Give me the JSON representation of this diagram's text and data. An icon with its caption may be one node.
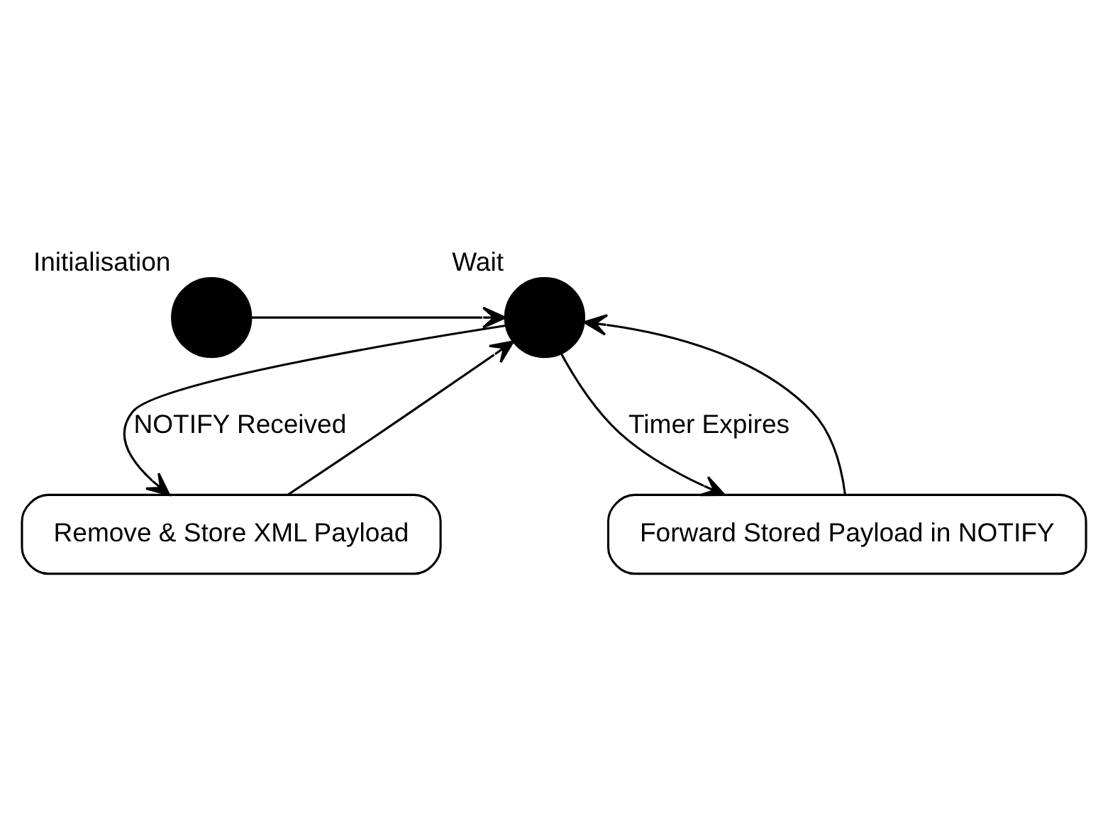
{
  "diagram": {
    "nodes": [
      {
        "text": [
          "Initialisation"
        ]
      },
      {
        "text": [
          "Wait"
        ]
      },
      {
        "text": [
          "Remove & Store XML Payload"
        ]
      },
      {
        "text": [
          "Forward Stored Payload in NOTIFY"
        ]
      }
    ],
    "edges": [
      {
        "from": 0,
        "to": 1,
        "arrow": "to"
      },
      {
        "from": 1,
        "to": 2,
        "arrow": "to",
        "label": "NOTIFY Received"
      },
      {
        "from": 1,
        "to": 3,
        "arrow": "to",
        "label": "Timer Expires"
      },
      {
        "from": 2,
        "to": 1,
        "arrow": "to"
      },
      {
        "from": 3,
        "to": 1,
        "arrow": "to"
      }
    ]
  }
}
